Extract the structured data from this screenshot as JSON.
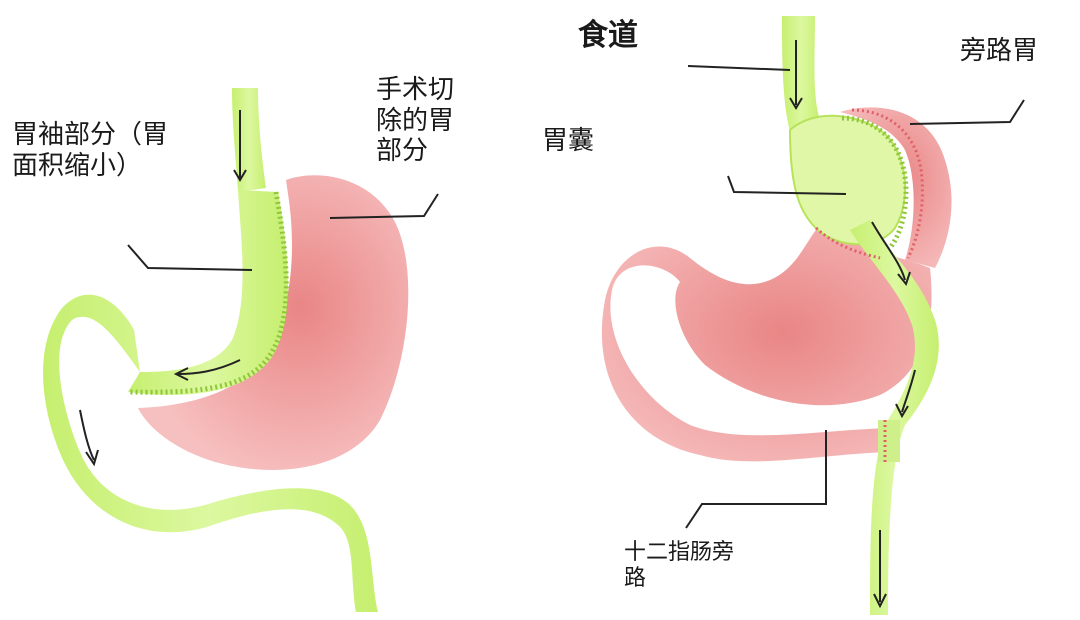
{
  "left_figure": {
    "sleeve_label": "胃袖部分（胃\n面积缩小）",
    "removed_label": "手术切\n除的胃\n部分"
  },
  "right_figure": {
    "esophagus_label": "食道",
    "pouch_label": "胃囊",
    "bypassed_stomach_label": "旁路胃",
    "duodenal_bypass_label": "十二指肠旁\n路"
  },
  "colors": {
    "intestine_green": "#d4f58c",
    "intestine_outline": "#b7e25a",
    "stomach_pink": "#f3a5a5",
    "stomach_core": "#e98585",
    "staple_red": "#e0606a",
    "staple_green": "#8fc63a",
    "arrow": "#222222",
    "leader_line": "#222222"
  }
}
